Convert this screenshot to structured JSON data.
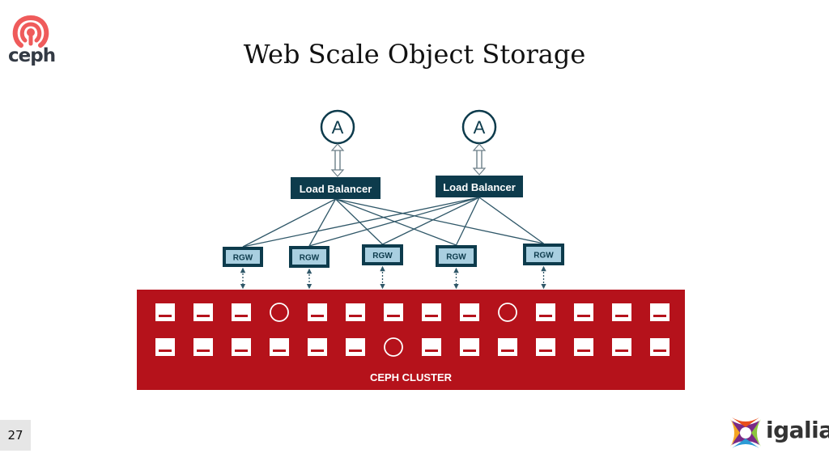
{
  "slide": {
    "title": "Web Scale Object Storage",
    "page_number": "27"
  },
  "brand": {
    "ceph_logo_text": "ceph",
    "igalia_logo_text": "igalia"
  },
  "diagram": {
    "clients": [
      {
        "label": "A"
      },
      {
        "label": "A"
      }
    ],
    "load_balancers": [
      {
        "label": "Load Balancer"
      },
      {
        "label": "Load Balancer"
      }
    ],
    "gateways": [
      {
        "label": "RGW"
      },
      {
        "label": "RGW"
      },
      {
        "label": "RGW"
      },
      {
        "label": "RGW"
      },
      {
        "label": "RGW"
      }
    ],
    "cluster": {
      "label": "CEPH CLUSTER",
      "rows": [
        [
          "disk",
          "disk",
          "disk",
          "circle",
          "disk",
          "disk",
          "disk",
          "disk",
          "disk",
          "circle",
          "disk",
          "disk",
          "disk",
          "disk"
        ],
        [
          "disk",
          "disk",
          "disk",
          "disk",
          "disk",
          "disk",
          "circle",
          "disk",
          "disk",
          "disk",
          "disk",
          "disk",
          "disk",
          "disk"
        ]
      ]
    },
    "colors": {
      "client_stroke": "#0d3b4c",
      "lb_fill": "#0d3b4c",
      "rgw_border": "#0d3b4c",
      "rgw_fill": "#a9cfe0",
      "link": "#2f5768",
      "cluster_fill": "#b5121b"
    }
  }
}
